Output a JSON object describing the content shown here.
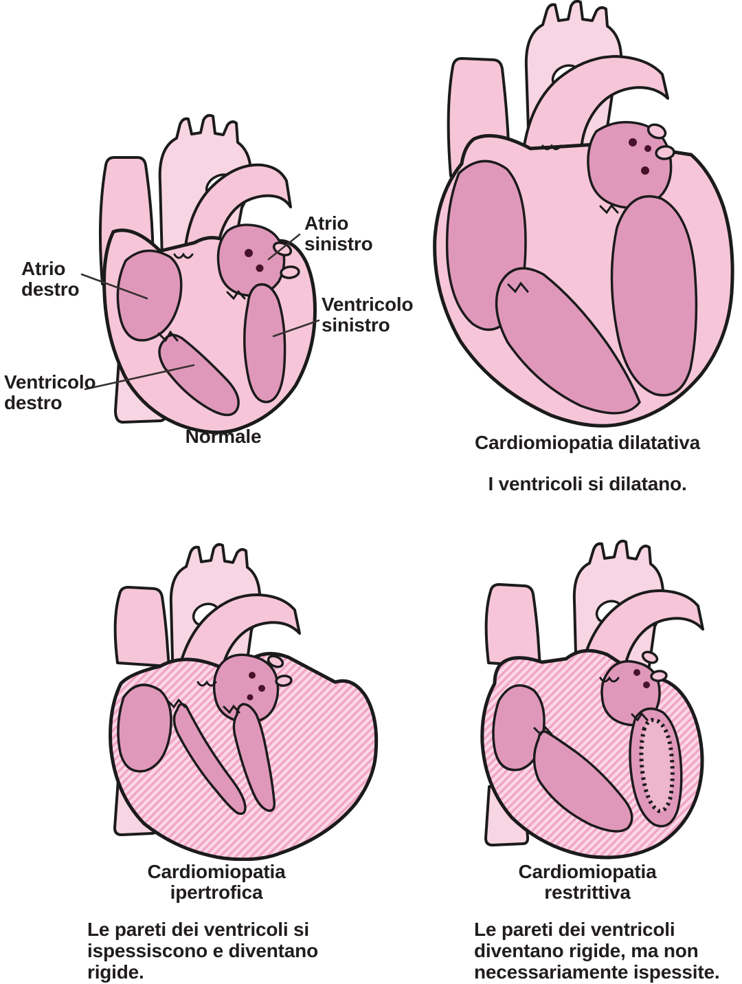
{
  "panels": {
    "normal": {
      "caption": "Normale",
      "labels": {
        "right_atrium": "Atrio\ndestro",
        "left_atrium": "Atrio\nsinistro",
        "right_ventricle": "Ventricolo\ndestro",
        "left_ventricle": "Ventricolo\nsinistro"
      }
    },
    "dilated": {
      "title": "Cardiomiopatia dilatativa",
      "subtitle": "I ventricoli si dilatano."
    },
    "hypertrophic": {
      "title": "Cardiomiopatia\nipertrofica",
      "description": "Le pareti dei ventricoli si\nispessiscono e diventano\nrigide."
    },
    "restrictive": {
      "title": "Cardiomiopatia\nrestrittiva",
      "description": "Le pareti dei ventricoli\ndiventano rigide, ma non\nnecessariamente ispessite."
    }
  },
  "colors": {
    "background": "#ffffff",
    "outline": "#1b1b1b",
    "heart_wall_pink": "#f6c6d8",
    "vessel_light_pink": "#f8d5e2",
    "chamber_dark_pink": "#e098ba",
    "hatch_stripe_pink": "#f1a3c4",
    "hatch_background_pink": "#fbd7e5",
    "text": "#211d1e"
  }
}
